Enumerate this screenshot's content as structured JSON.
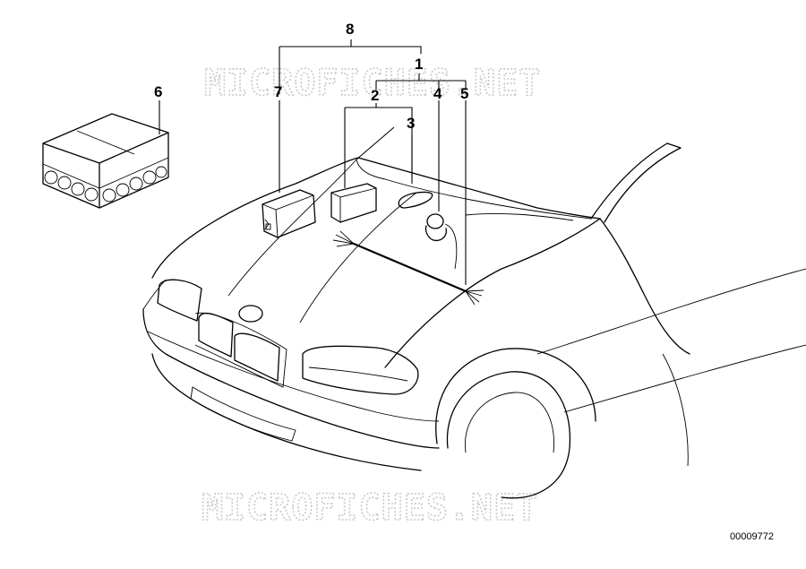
{
  "watermark": {
    "top": "MICROFICHES.NET",
    "bottom": "MICROFICHES.NET"
  },
  "callouts": {
    "c1": "1",
    "c2": "2",
    "c3": "3",
    "c4": "4",
    "c5": "5",
    "c6": "6",
    "c7": "7",
    "c8": "8"
  },
  "diagram_ref": "00009772"
}
